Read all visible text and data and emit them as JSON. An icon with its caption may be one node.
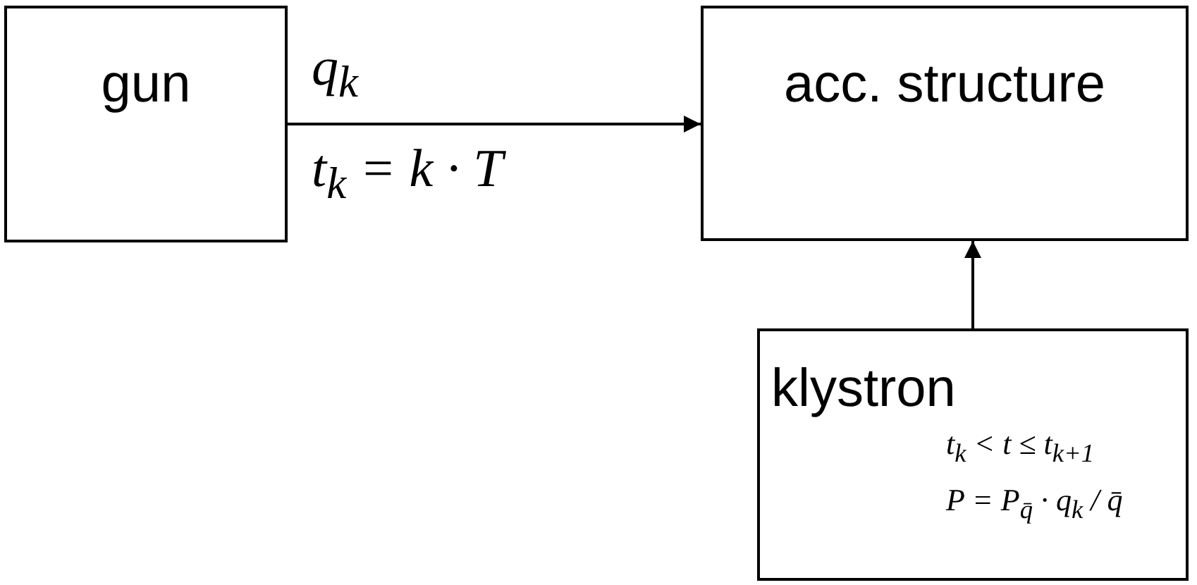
{
  "diagram": {
    "nodes": [
      {
        "text": [
          "gun"
        ]
      },
      {
        "text": [
          "acc. structure"
        ]
      },
      {
        "text": [
          "klystron",
          "t$_{k}$ < t ≤ t$_{k+1}$",
          "P = P$_{q̄}$ · q$_{k}$ / q̄"
        ]
      }
    ],
    "edges": [
      {
        "from": 0,
        "to": 1,
        "arrow": "to",
        "label": "q$_{k}$"
      },
      {
        "from": 2,
        "to": 1,
        "arrow": "to"
      }
    ],
    "labels": [
      "t$_{k}$ = k · T"
    ]
  }
}
